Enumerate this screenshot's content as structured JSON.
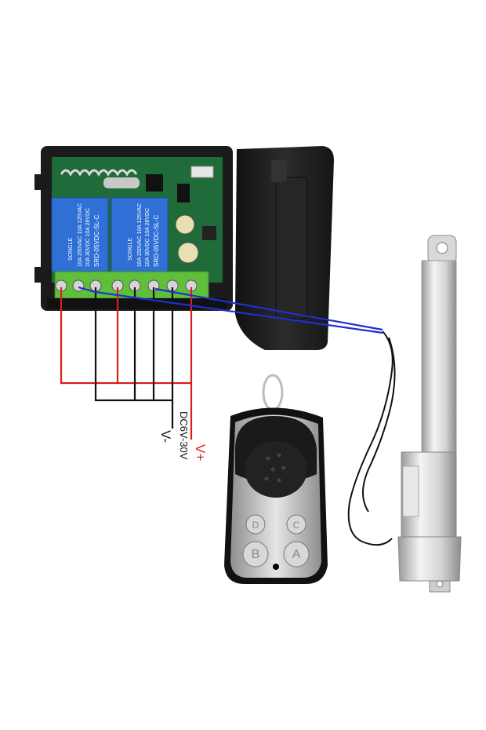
{
  "labels": {
    "vplus": "V+",
    "vminus": "V-",
    "voltage": "DC6V-30V"
  },
  "relay_markings": {
    "relay_left": {
      "brand": "SONGLE",
      "model": "SRD-05VDC-SL-C",
      "rating_a": "10A 250VAC 10A 125VAC",
      "rating_b": "10A 30VDC 10A 28VDC"
    },
    "relay_right": {
      "brand": "SONGLE",
      "model": "SRD-05VDC-SL-C",
      "rating_a": "10A 250VAC 10A 125VAC",
      "rating_b": "10A 30VDC 10A 28VDC"
    }
  },
  "remote_buttons": [
    "D",
    "C",
    "B",
    "A"
  ],
  "colors": {
    "wire_red": "#d81e1e",
    "wire_black": "#111111",
    "wire_blue": "#1f2fd0",
    "pcb_green": "#1f6b3a",
    "relay_blue": "#2f6fd6",
    "terminal_green": "#5fbf3a",
    "case_black": "#1c1c1c",
    "remote_silver": "#c9c9c9"
  },
  "icons": [
    "relay-board",
    "remote-control",
    "linear-actuator"
  ]
}
